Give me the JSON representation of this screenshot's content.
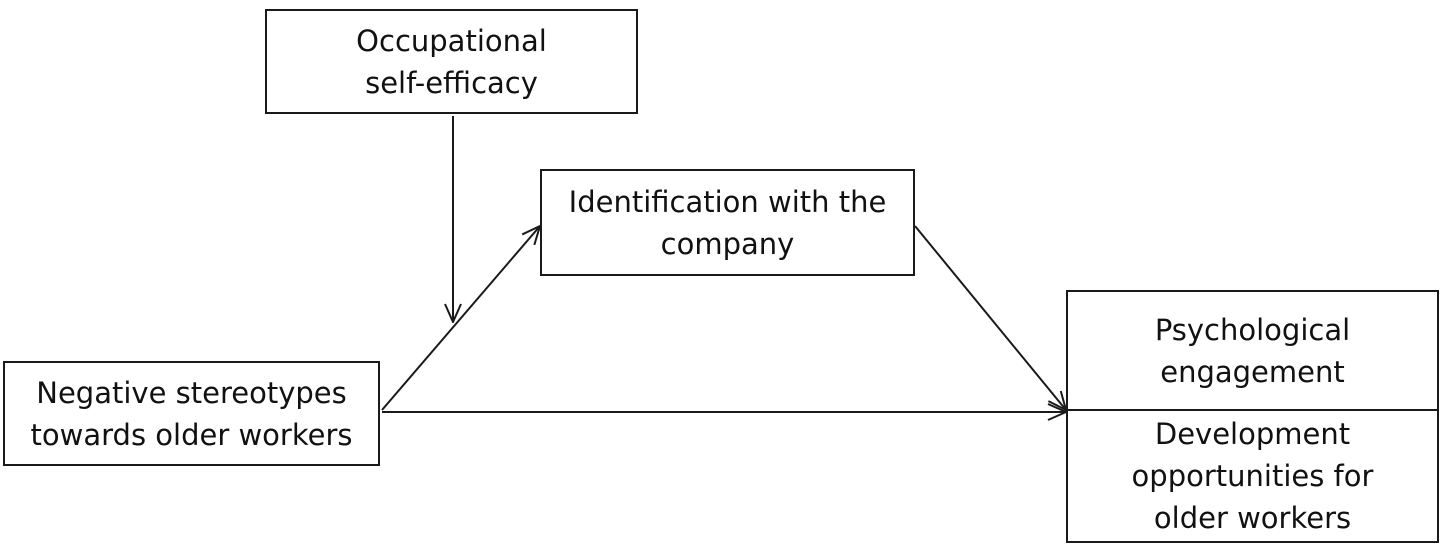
{
  "nodes": {
    "moderator": {
      "line1": "Occupational",
      "line2": "self-efficacy"
    },
    "mediator": {
      "line1": "Identification with the",
      "line2": "company"
    },
    "predictor": {
      "line1": "Negative stereotypes",
      "line2": "towards older workers"
    },
    "outcome_1": {
      "line1": "Psychological",
      "line2": "engagement"
    },
    "outcome_2": {
      "line1": "Development",
      "line2": "opportunities for",
      "line3": "older workers"
    }
  },
  "edges": [
    {
      "from": "predictor",
      "to": "mediator"
    },
    {
      "from": "mediator",
      "to": "outcome"
    },
    {
      "from": "predictor",
      "to": "outcome"
    },
    {
      "from": "moderator",
      "to": "predictor-mediator path"
    }
  ],
  "colors": {
    "line": "#1a1a1a",
    "text": "#111111",
    "background": "#ffffff"
  }
}
